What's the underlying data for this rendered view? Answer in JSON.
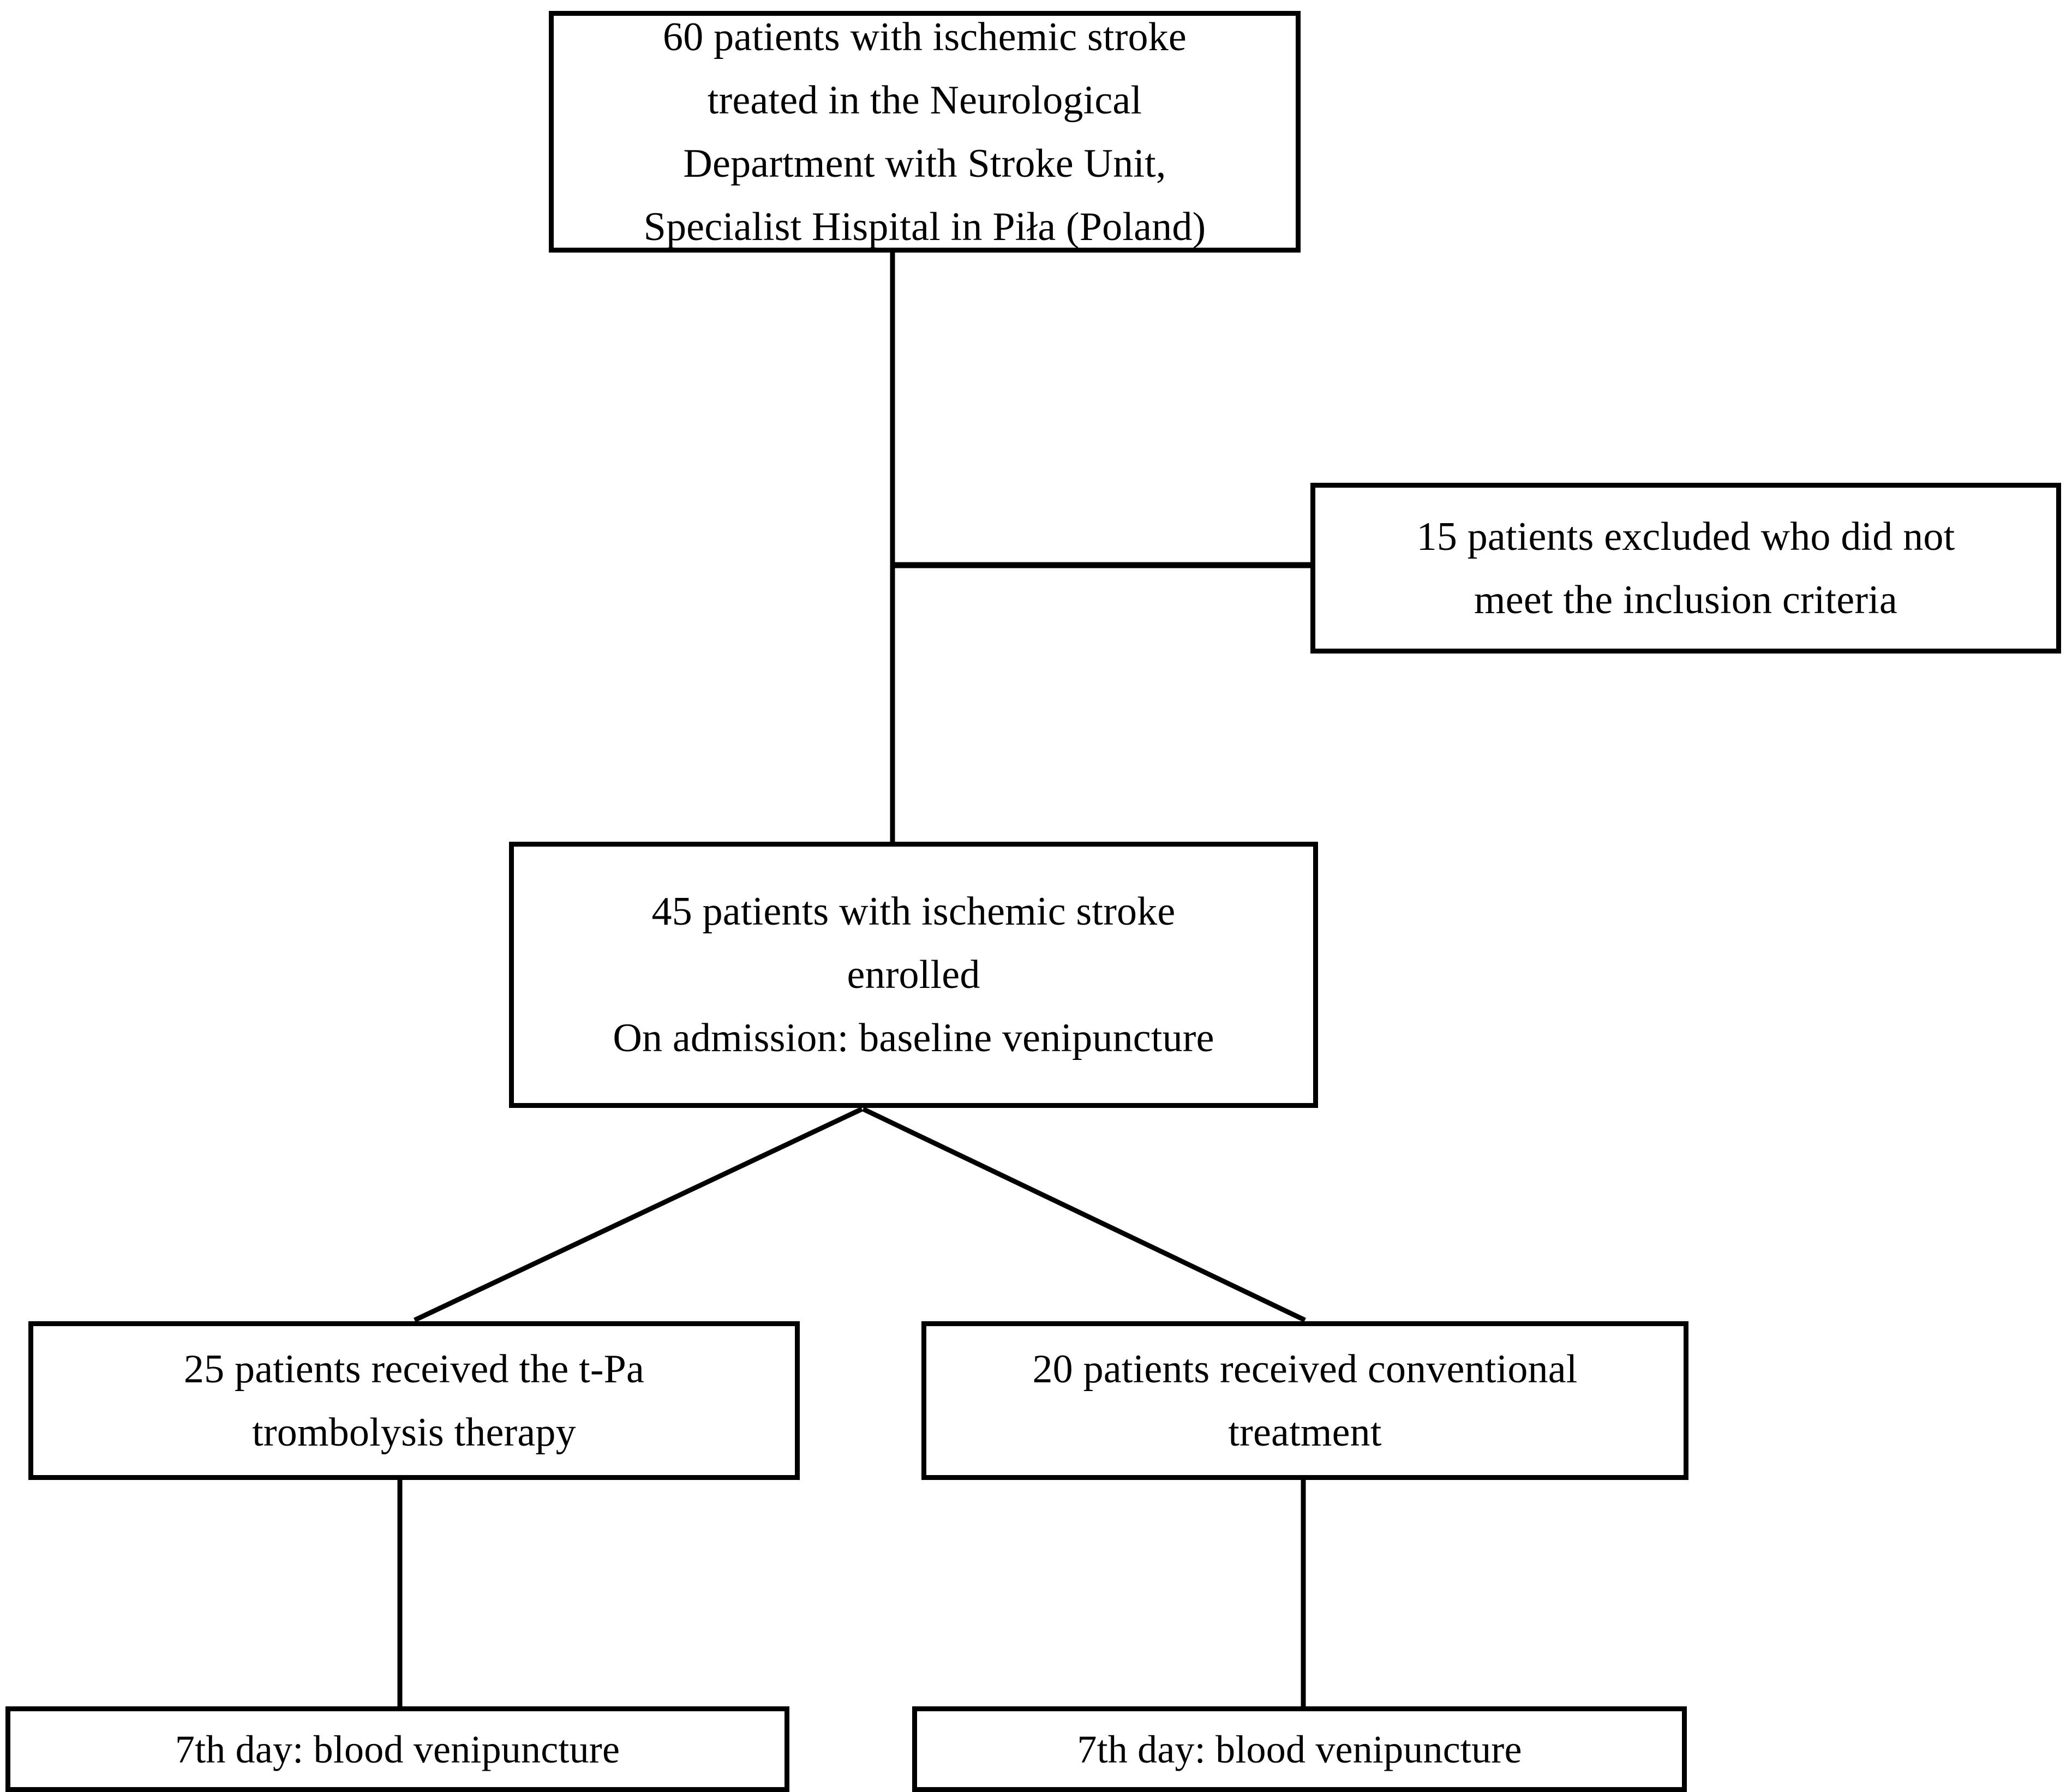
{
  "diagram": {
    "type": "flowchart",
    "title": "Patient enrollment and study flow",
    "orientation": "top-down",
    "colors": {
      "background": "#ffffff",
      "box_border": "#000000",
      "connector": "#000000",
      "text": "#000000"
    },
    "nodes": [
      {
        "id": "source",
        "name": "source-population",
        "lines": [
          "60 patients with ischemic stroke",
          "treated in the Neurological",
          "Department with Stroke Unit,",
          "Specialist Hispital in Piła (Poland)"
        ],
        "count": 60
      },
      {
        "id": "excluded",
        "name": "excluded-patients",
        "lines": [
          "15 patients excluded who did not",
          "meet the inclusion criteria"
        ],
        "count": 15
      },
      {
        "id": "enrolled",
        "name": "enrolled-patients",
        "lines": [
          "45 patients with ischemic stroke",
          "enrolled",
          "On admission: baseline venipuncture"
        ],
        "count": 45
      },
      {
        "id": "tpa",
        "name": "tpa-thrombolysis-group",
        "lines": [
          "25 patients received the t-Pa",
          "trombolysis therapy"
        ],
        "count": 25
      },
      {
        "id": "conventional",
        "name": "conventional-treatment-group",
        "lines": [
          "20 patients received conventional",
          "treatment"
        ],
        "count": 20
      },
      {
        "id": "tpa_day7",
        "name": "tpa-day7-venipuncture",
        "lines": [
          "7th day: blood venipuncture"
        ]
      },
      {
        "id": "conventional_day7",
        "name": "conventional-day7-venipuncture",
        "lines": [
          "7th day: blood venipuncture"
        ]
      }
    ],
    "edges": [
      {
        "from": "source",
        "to": "excluded",
        "style": "elbow"
      },
      {
        "from": "source",
        "to": "enrolled",
        "style": "straight"
      },
      {
        "from": "enrolled",
        "to": "tpa",
        "style": "diagonal"
      },
      {
        "from": "enrolled",
        "to": "conventional",
        "style": "diagonal"
      },
      {
        "from": "tpa",
        "to": "tpa_day7",
        "style": "straight"
      },
      {
        "from": "conventional",
        "to": "conventional_day7",
        "style": "straight"
      }
    ]
  }
}
